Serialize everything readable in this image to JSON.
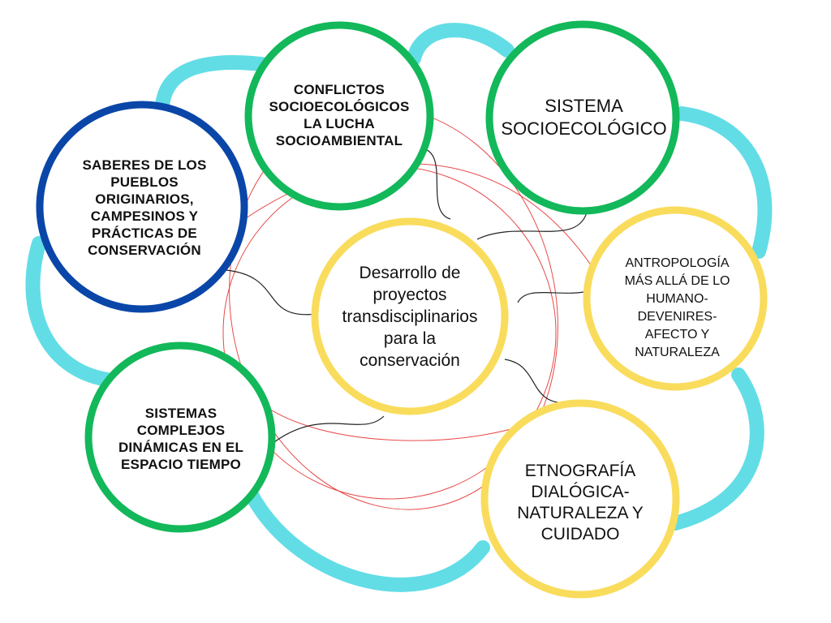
{
  "nodes": {
    "center": {
      "label": "Desarrollo de proyectos transdisciplinarios para la conservación"
    },
    "conflictos": {
      "label": "CONFLICTOS SOCIOECOLÓGICOS LA LUCHA SOCIOAMBIENTAL"
    },
    "sistema": {
      "label": "SISTEMA SOCIOECOLÓGICO"
    },
    "saberes": {
      "label": "SABERES DE LOS PUEBLOS ORIGINARIOS, CAMPESINOS Y PRÁCTICAS DE CONSERVACIÓN"
    },
    "antropologia": {
      "label": "ANTROPOLOGÍA MÁS ALLÁ DE LO HUMANO- DEVENIRES- AFECTO Y NATURALEZA"
    },
    "sistemas_complejos": {
      "label": "SISTEMAS COMPLEJOS DINÁMICAS EN EL ESPACIO TIEMPO"
    },
    "etnografia": {
      "label": "ETNOGRAFÍA DIALÓGICA- NATURALEZA Y CUIDADO"
    }
  },
  "colors": {
    "green_ring": "#12b85a",
    "blue_ring": "#0a46a8",
    "yellow_ring": "#f9dc5c",
    "cyan_arc": "#62dde6",
    "red_orbit": "#e84a4a",
    "connector": "#222222"
  }
}
